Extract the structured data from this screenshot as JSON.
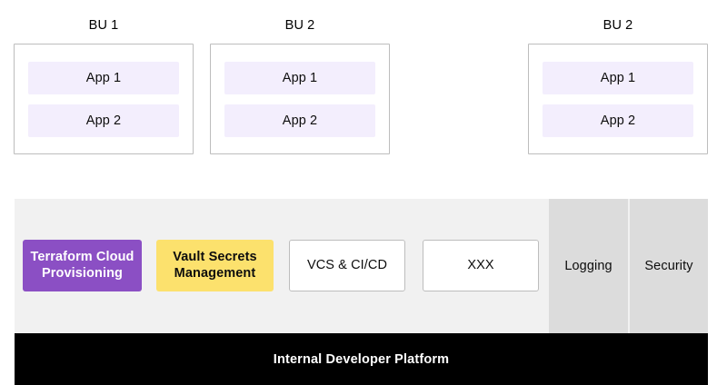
{
  "diagram": {
    "business_units": [
      {
        "title": "BU 1",
        "apps": [
          {
            "label": "App 1"
          },
          {
            "label": "App 2"
          }
        ]
      },
      {
        "title": "BU 2",
        "apps": [
          {
            "label": "App 1"
          },
          {
            "label": "App 2"
          }
        ]
      },
      {
        "title": "BU 2",
        "apps": [
          {
            "label": "App 1"
          },
          {
            "label": "App 2"
          }
        ]
      }
    ],
    "platform": {
      "tools": [
        {
          "label": "Terraform Cloud Provisioning",
          "fill": "#8b4fc4",
          "text_color": "#ffffff"
        },
        {
          "label": "Vault Secrets Management",
          "fill": "#fce16d",
          "text_color": "#0d0d0d"
        },
        {
          "label": "VCS & CI/CD",
          "fill": "#ffffff",
          "text_color": "#0d0d0d"
        },
        {
          "label": "XXX",
          "fill": "#ffffff",
          "text_color": "#0d0d0d"
        }
      ],
      "ops_columns": [
        {
          "label": "Logging",
          "fill": "#dcdcdc"
        },
        {
          "label": "Security",
          "fill": "#dcdcdc"
        }
      ],
      "band_fill": "#f1f1f1"
    },
    "footer": {
      "label": "Internal Developer Platform",
      "fill": "#000000",
      "text_color": "#ffffff"
    },
    "colors": {
      "app_fill": "#f3eefd",
      "box_border": "#bdbdbd",
      "canvas_background": "#ffffff"
    }
  }
}
